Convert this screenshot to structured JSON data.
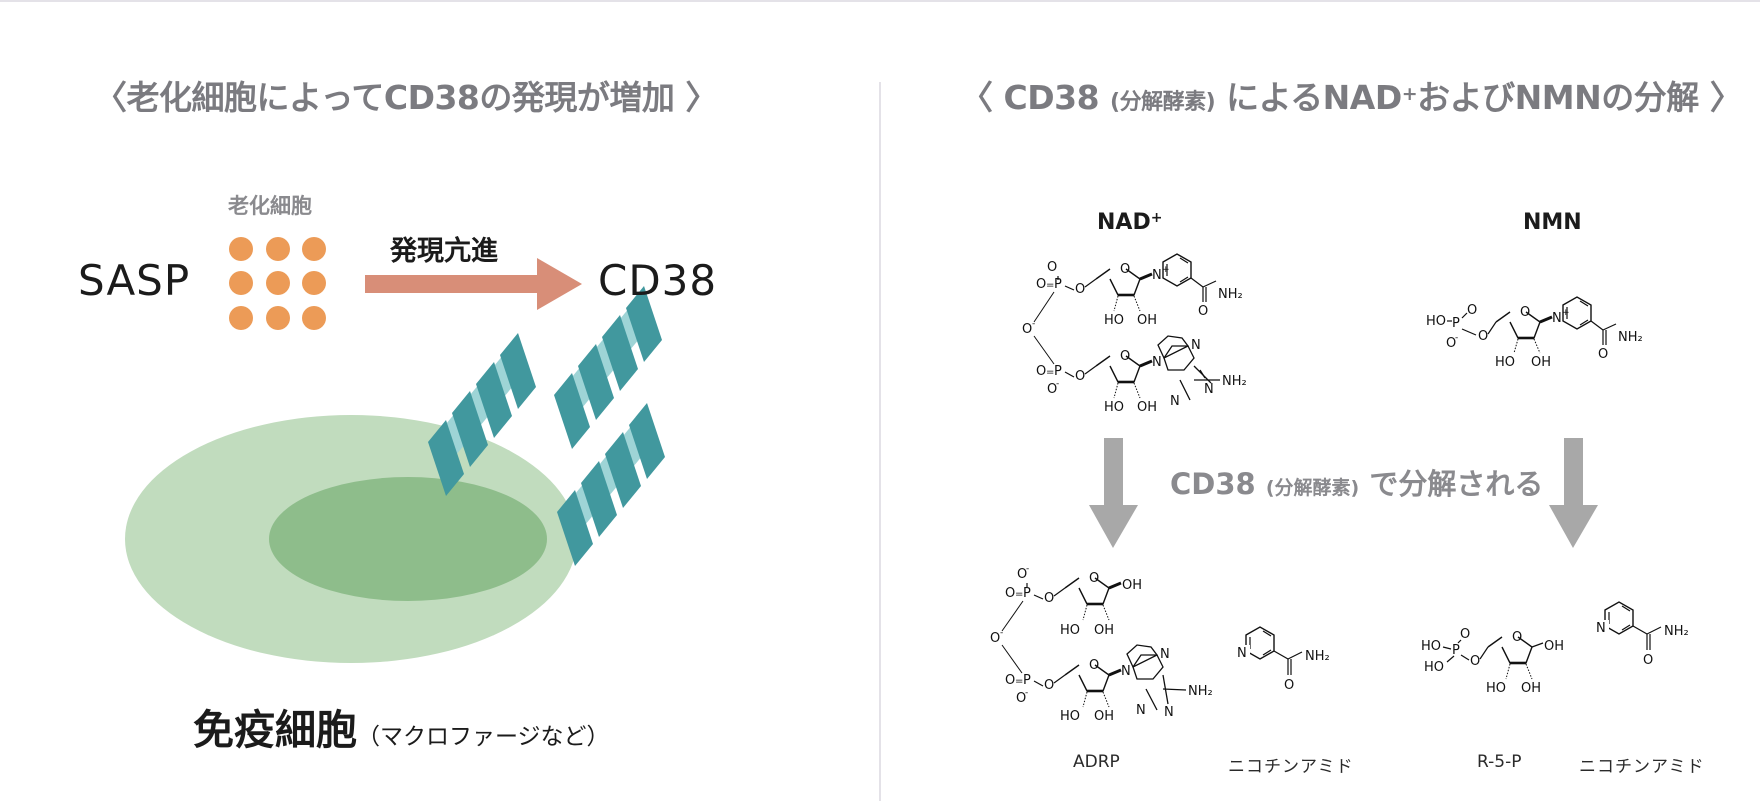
{
  "left_panel": {
    "title_open": "〈",
    "title_main": "老化細胞によってCD38の発現が増加",
    "title_close": "〉",
    "senescent_label": "老化細胞",
    "sasp_label": "SASP",
    "promote_label": "発現亢進",
    "cd38_label": "CD38",
    "immune_label": "免疫細胞",
    "immune_sub": "（マクロファージなど）",
    "colors": {
      "dots": "#ec9b57",
      "arrow": "#d88e78",
      "cell_outer": "#c1dcbe",
      "cell_inner": "#8ebd8b",
      "receptor_dark": "#41989e",
      "receptor_light": "#9ed4d6"
    }
  },
  "right_panel": {
    "title_open": "〈",
    "title_cd38": "CD38",
    "title_enzyme": "(分解酵素)",
    "title_mid": "によるNAD",
    "title_sup": "+",
    "title_end": "およびNMNの分解",
    "title_close": "〉",
    "nad_label": "NAD",
    "nad_sup": "+",
    "nmn_label": "NMN",
    "degrade_cd38": "CD38",
    "degrade_enzyme": "(分解酵素)",
    "degrade_text": "で分解される",
    "products": {
      "adrp": "ADRP",
      "nicotinamide_1": "ニコチンアミド",
      "r5p": "R-5-P",
      "nicotinamide_2": "ニコチンアミド"
    },
    "atoms": {
      "O": "O",
      "P": "P",
      "N": "N",
      "Nplus": "N+",
      "Ominus": "O-",
      "HO": "HO",
      "OH": "OH",
      "NH2": "NH₂"
    },
    "colors": {
      "arrow": "#a8a8a8",
      "title": "#7b7b80"
    }
  }
}
